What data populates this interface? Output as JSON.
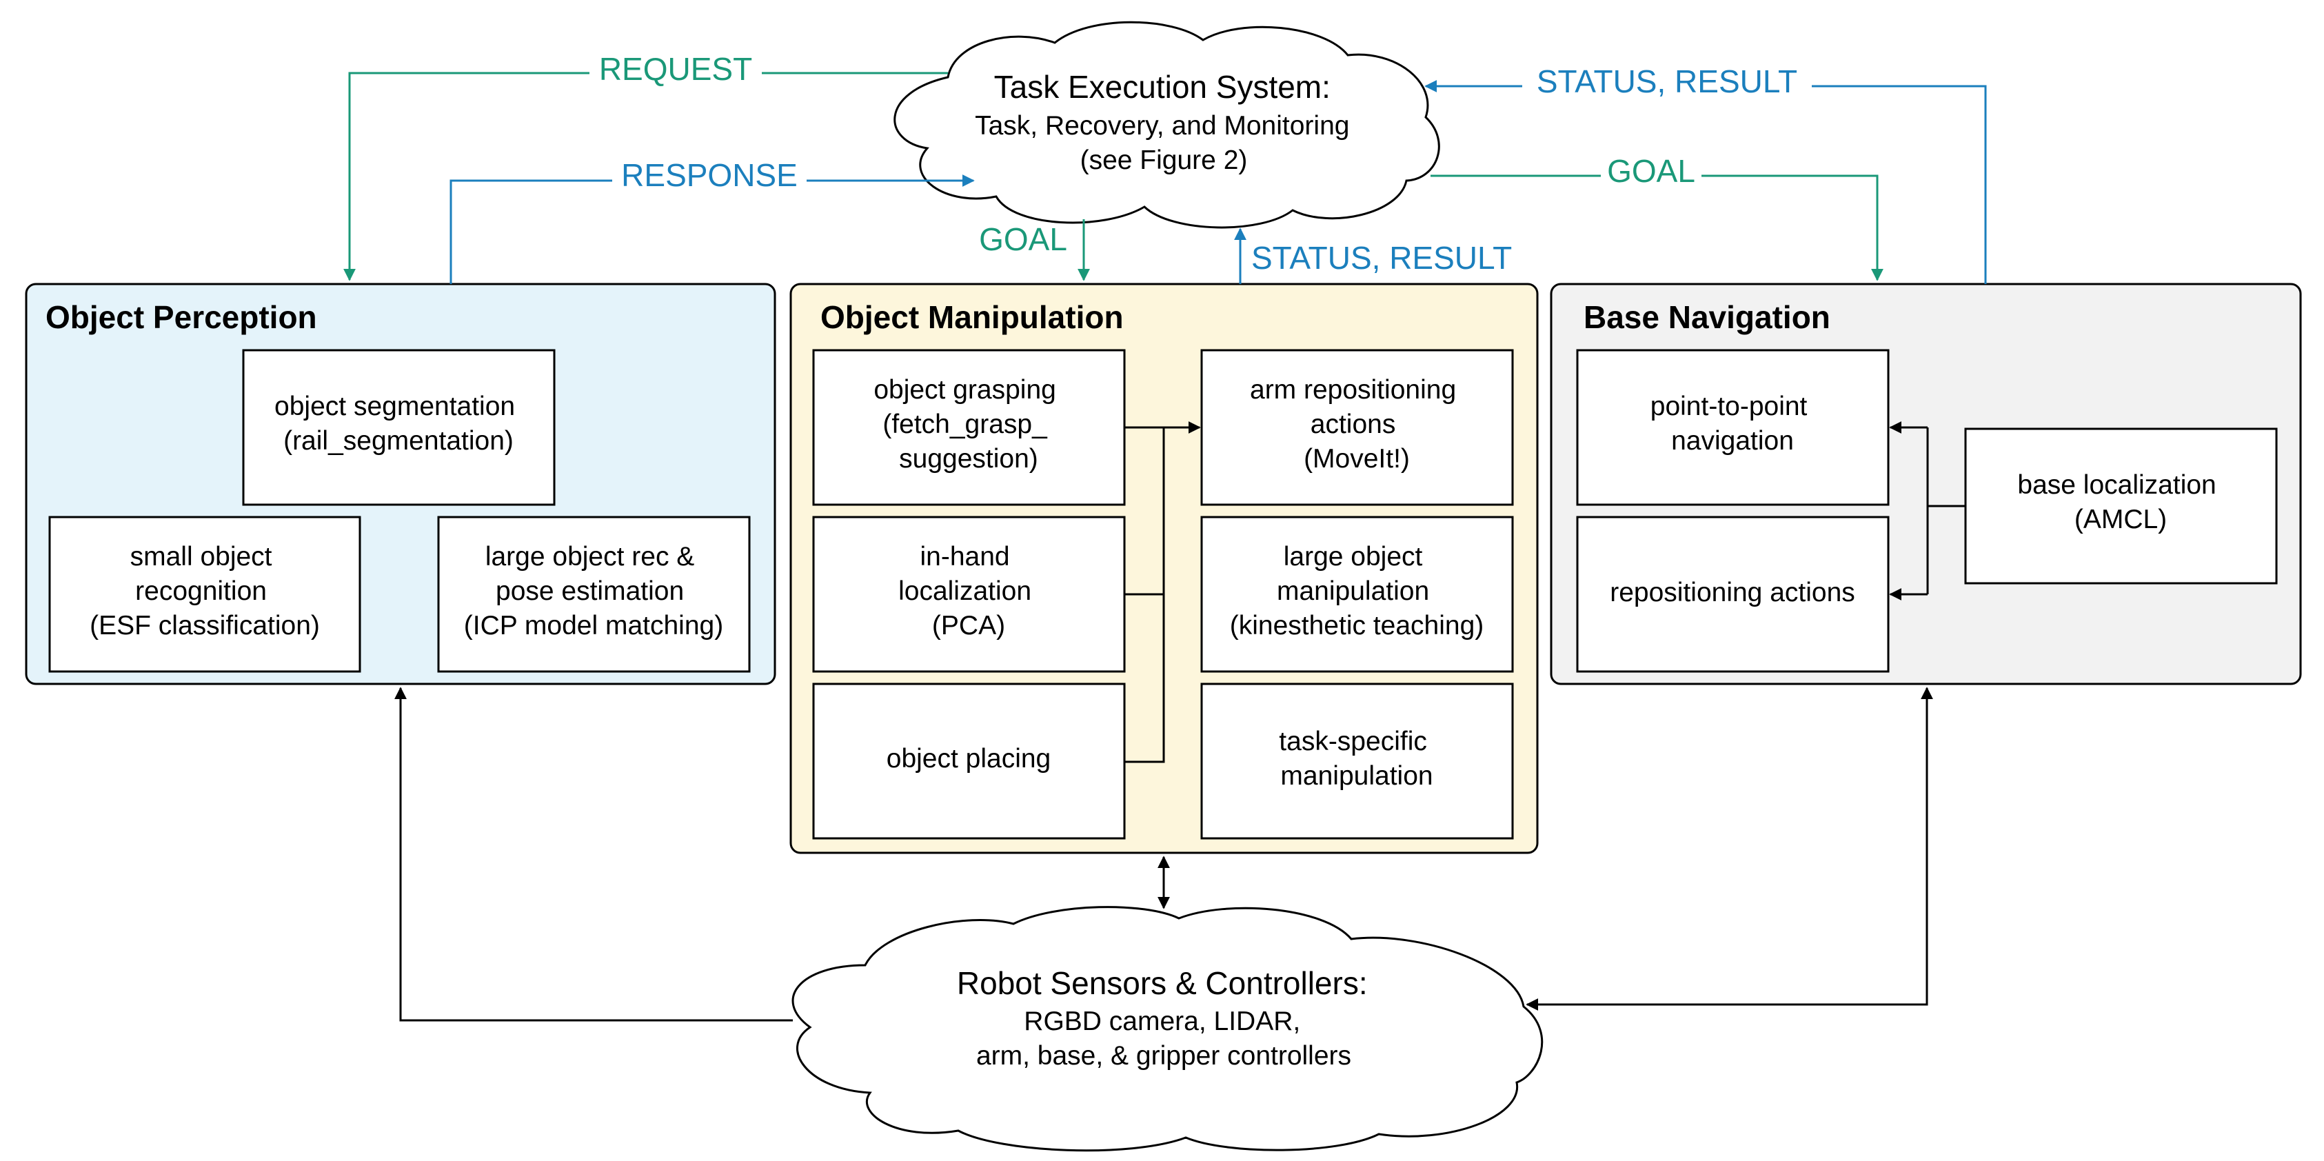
{
  "task_system": {
    "title": "Task Execution System:",
    "line1": "Task, Recovery, and Monitoring",
    "line2": "(see Figure 2)"
  },
  "sensors": {
    "title": "Robot Sensors & Controllers:",
    "line1": "RGBD camera, LIDAR,",
    "line2": "arm, base, & gripper controllers"
  },
  "perception": {
    "title": "Object Perception",
    "segmentation": [
      "object segmentation",
      "(rail_segmentation)"
    ],
    "small_object": [
      "small object",
      "recognition",
      "(ESF classification)"
    ],
    "large_object": [
      "large object rec &",
      "pose estimation",
      "(ICP model matching)"
    ]
  },
  "manipulation": {
    "title": "Object Manipulation",
    "grasping": [
      "object grasping",
      "(fetch_grasp_",
      "suggestion)"
    ],
    "in_hand": [
      "in-hand",
      "localization",
      "(PCA)"
    ],
    "placing": [
      "object placing"
    ],
    "arm_repositioning": [
      "arm repositioning",
      "actions",
      "(MoveIt!)"
    ],
    "large_manipulation": [
      "large object",
      "manipulation",
      "(kinesthetic teaching)"
    ],
    "task_specific": [
      "task-specific",
      "manipulation"
    ]
  },
  "navigation": {
    "title": "Base Navigation",
    "point_to_point": [
      "point-to-point",
      "navigation"
    ],
    "repositioning": [
      "repositioning actions"
    ],
    "localization": [
      "base localization",
      "(AMCL)"
    ]
  },
  "arrow_labels": {
    "request": "REQUEST",
    "response": "RESPONSE",
    "goal_manip": "GOAL",
    "status_manip": "STATUS, RESULT",
    "status_nav": "STATUS, RESULT",
    "goal_nav": "GOAL"
  },
  "colors": {
    "green": "#1a9878",
    "blue": "#1b7fbd",
    "perception_fill": "#e4f3fa",
    "manipulation_fill": "#fdf6dc",
    "navigation_fill": "#f2f2f2",
    "line": "#000000"
  }
}
